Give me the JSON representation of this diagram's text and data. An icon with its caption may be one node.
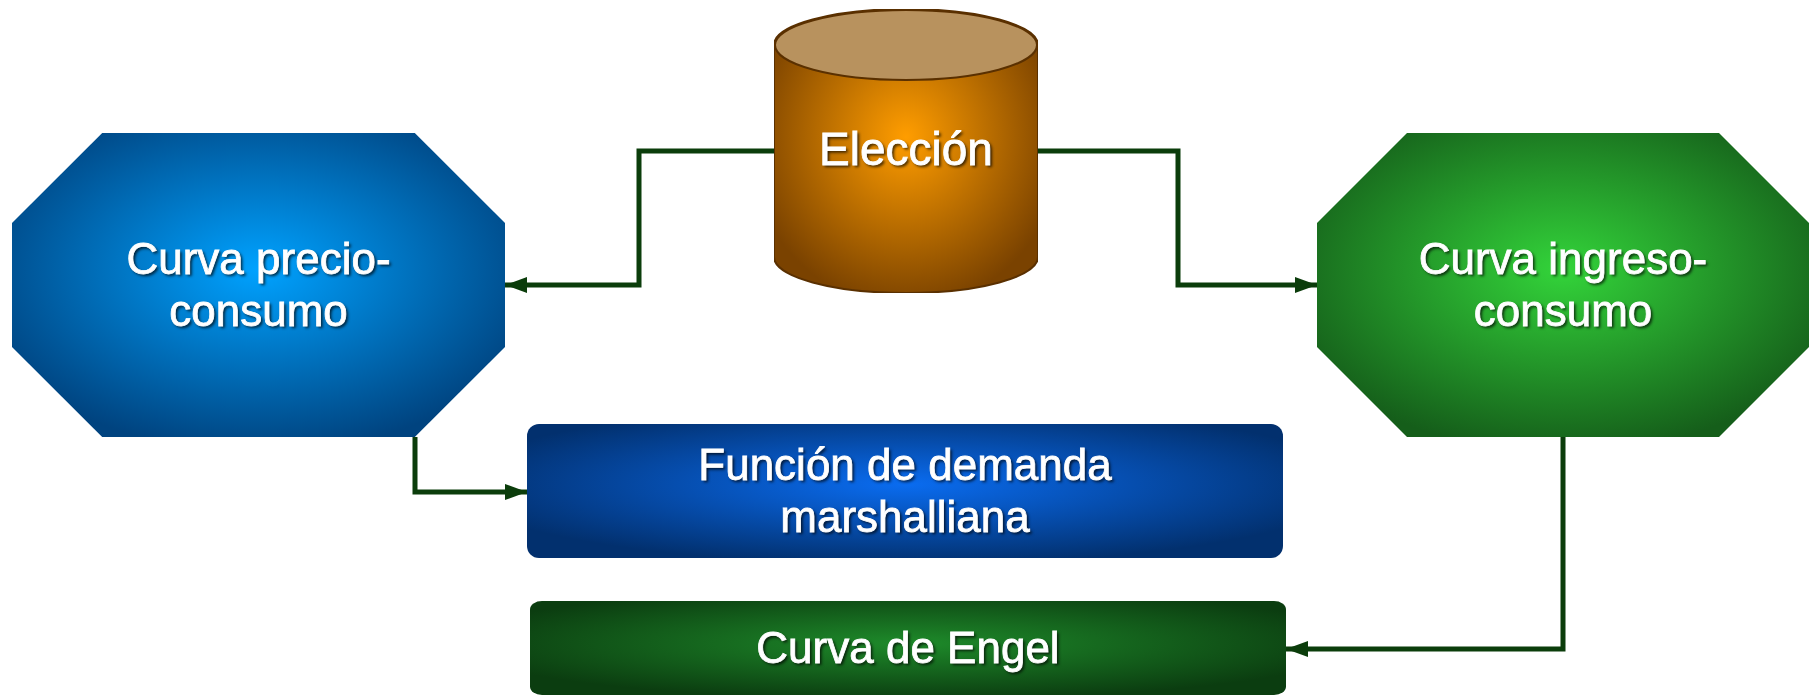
{
  "diagram": {
    "nodes": [
      {
        "text": [
          "Elección"
        ]
      },
      {
        "text": [
          "Curva precio-consumo"
        ]
      },
      {
        "text": [
          "Curva ingreso-consumo"
        ]
      },
      {
        "text": [
          "Función de demanda marshalliana"
        ]
      },
      {
        "text": [
          "Curva de Engel"
        ]
      }
    ],
    "edges": [
      {
        "from": 0,
        "to": 1,
        "arrow": "to"
      },
      {
        "from": 0,
        "to": 2,
        "arrow": "to"
      },
      {
        "from": 1,
        "to": 3,
        "arrow": "to"
      },
      {
        "from": 2,
        "to": 4,
        "arrow": "to"
      }
    ]
  }
}
